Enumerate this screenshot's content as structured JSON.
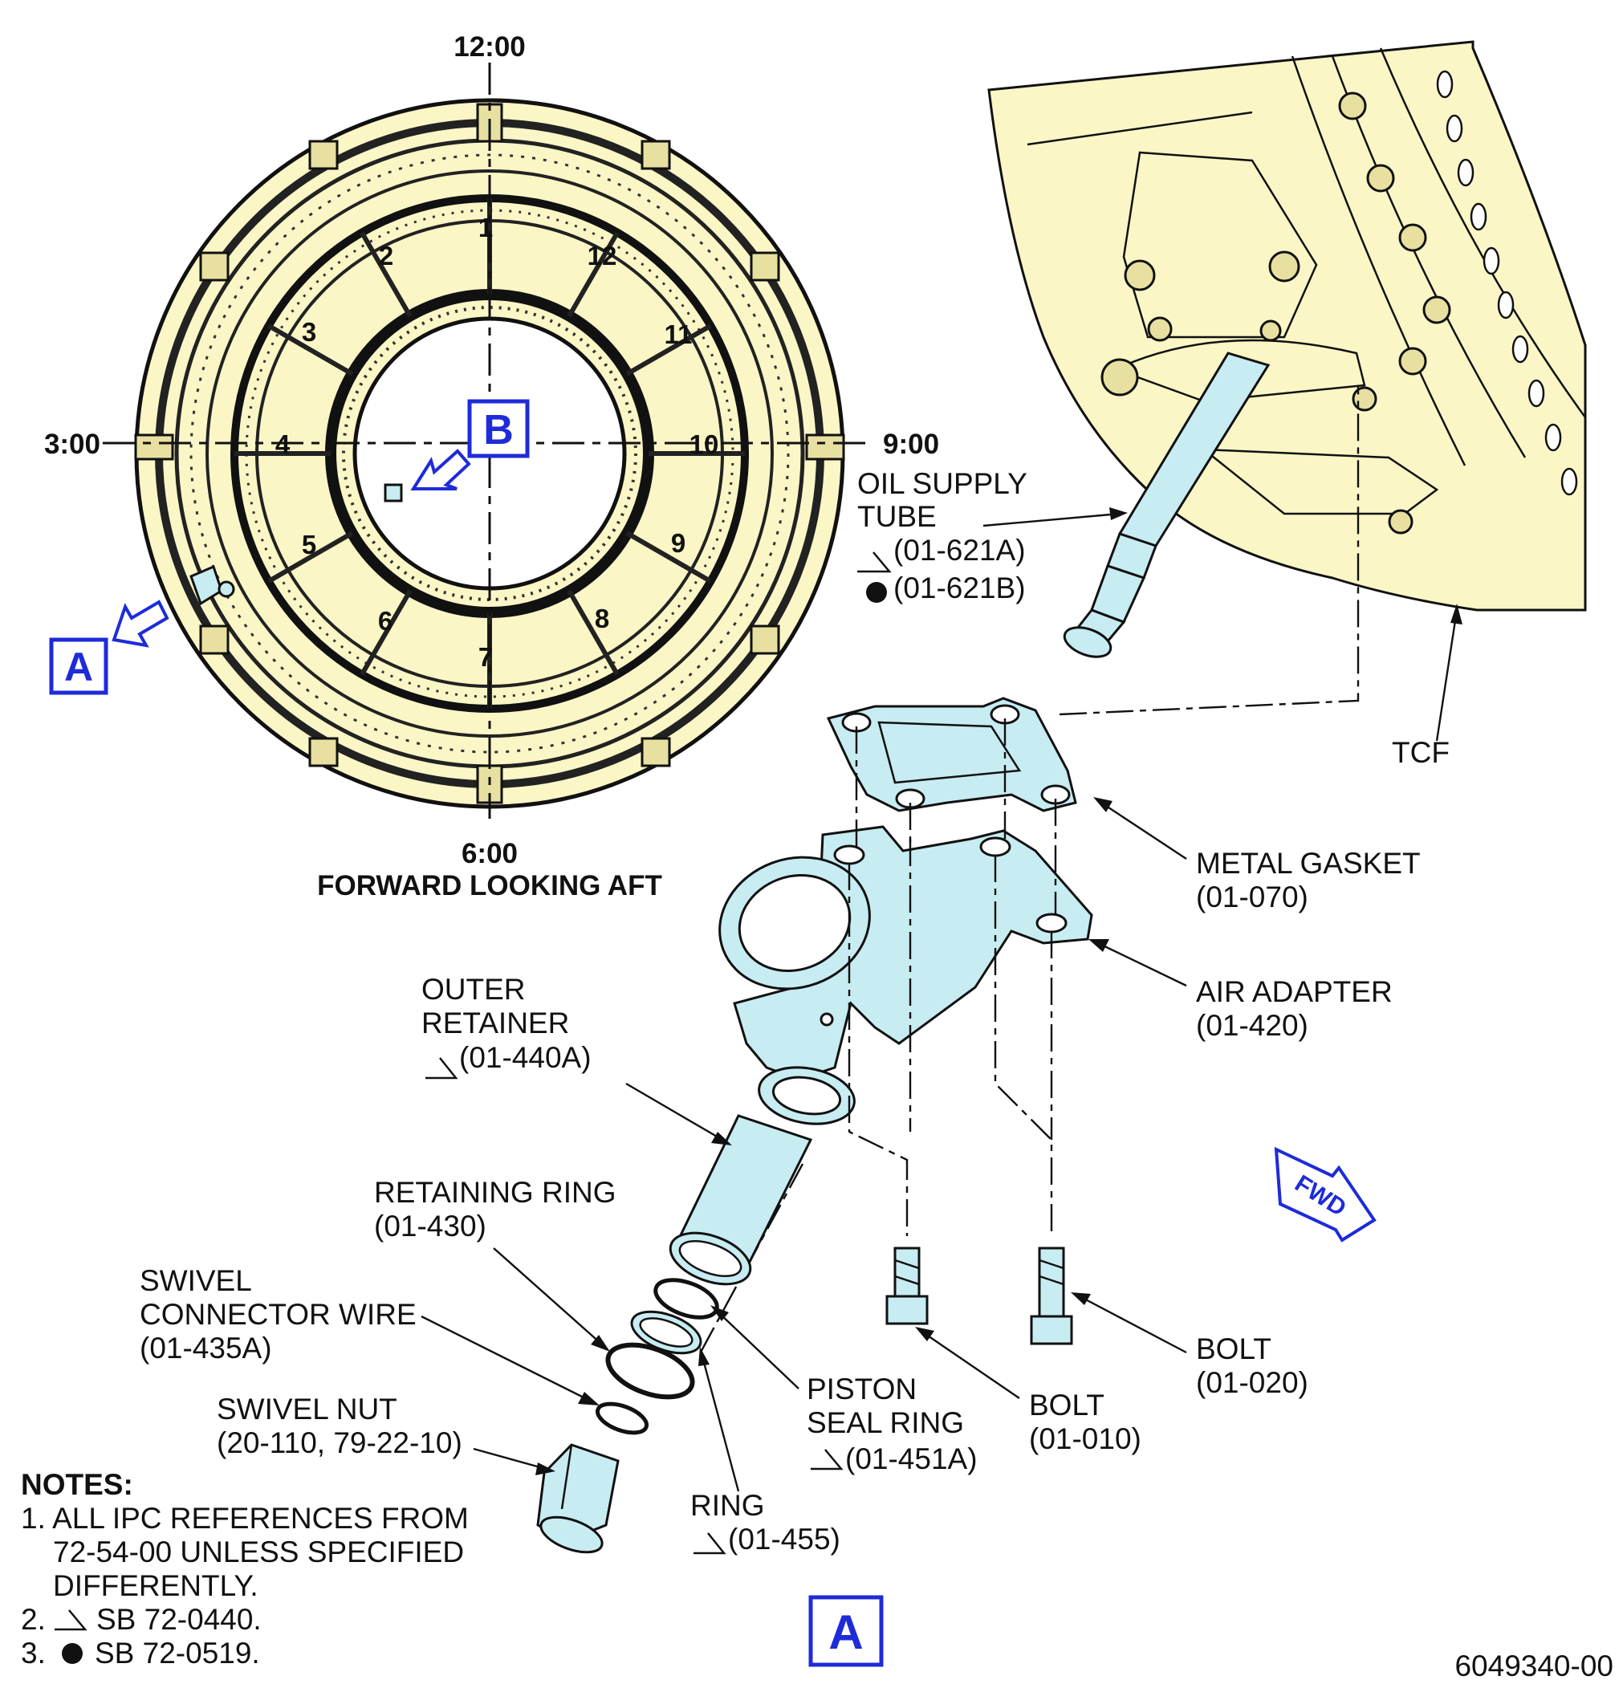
{
  "colors": {
    "engine_fill": "#fbf6c6",
    "part_fill": "#c7ecf2",
    "callout_blue": "#1e2bd9",
    "line": "#111111"
  },
  "ring_view": {
    "clock_12": "12:00",
    "clock_3": "3:00",
    "clock_6": "6:00",
    "clock_9": "9:00",
    "view_caption": "FORWARD LOOKING AFT",
    "vane_numbers": [
      "1",
      "2",
      "3",
      "4",
      "5",
      "6",
      "7",
      "8",
      "9",
      "10",
      "11",
      "12"
    ],
    "view_a_marker": "A",
    "view_b_marker": "B"
  },
  "labels": {
    "oil_supply_tube": [
      "OIL SUPPLY",
      "TUBE",
      "(01-621A)",
      "(01-621B)"
    ],
    "tcf": "TCF",
    "metal_gasket": [
      "METAL GASKET",
      "(01-070)"
    ],
    "air_adapter": [
      "AIR ADAPTER",
      "(01-420)"
    ],
    "outer_retainer": [
      "OUTER",
      "RETAINER",
      "(01-440A)"
    ],
    "retaining_ring": [
      "RETAINING RING",
      "(01-430)"
    ],
    "swivel_connector_wire": [
      "SWIVEL",
      "CONNECTOR WIRE",
      "(01-435A)"
    ],
    "swivel_nut": [
      "SWIVEL NUT",
      "(20-110, 79-22-10)"
    ],
    "piston_seal_ring": [
      "PISTON",
      "SEAL RING",
      "(01-451A)"
    ],
    "ring": [
      "RING",
      "(01-455)"
    ],
    "bolt_010": [
      "BOLT",
      "(01-010)"
    ],
    "bolt_020": [
      "BOLT",
      "(01-020)"
    ]
  },
  "fwd_arrow": "FWD",
  "notes": {
    "heading": "NOTES:",
    "items": [
      "1. ALL IPC REFERENCES FROM",
      "72-54-00 UNLESS SPECIFIED",
      "DIFFERENTLY.",
      "2.",
      "SB 72-0440.",
      "3.",
      "SB 72-0519."
    ]
  },
  "detail_title": "A",
  "figure_number": "6049340-00"
}
